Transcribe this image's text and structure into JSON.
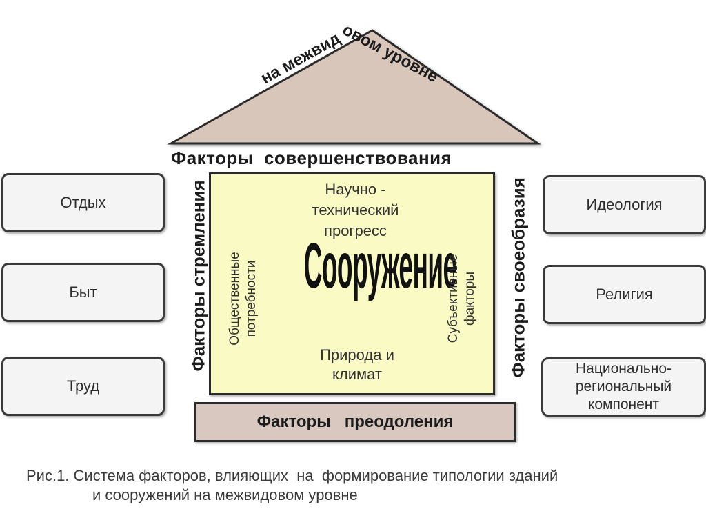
{
  "roof": {
    "label": "на межвидовом уровне"
  },
  "top_label": "Факторы  совершенствования",
  "left_vertical": "Факторы стремления",
  "right_vertical": "Факторы своеобразия",
  "bottom_bar": "Факторы   преодоления",
  "left_boxes": [
    "Отдых",
    "Быт",
    "Труд"
  ],
  "right_boxes": [
    "Идеология",
    "Религия",
    "Национально-\nрегиональный\nкомпонент"
  ],
  "center": {
    "top": "Научно -\nтехнический\nпрогресс",
    "title": "Сооружение",
    "bottom": "Природа и\nклимат",
    "left_vertical": "Общественные\nпотребности",
    "right_vertical": "Субъективные\nфакторы"
  },
  "caption": {
    "line1": "Рис.1. Система факторов, влияющих  на  формирование типологии зданий",
    "line2": "и сооружений на межвидовом уровне"
  },
  "colors": {
    "roof": "#d9c6bb",
    "main": "#fafac5",
    "base": "#d8c8bf",
    "box": "#f3f4f3"
  }
}
